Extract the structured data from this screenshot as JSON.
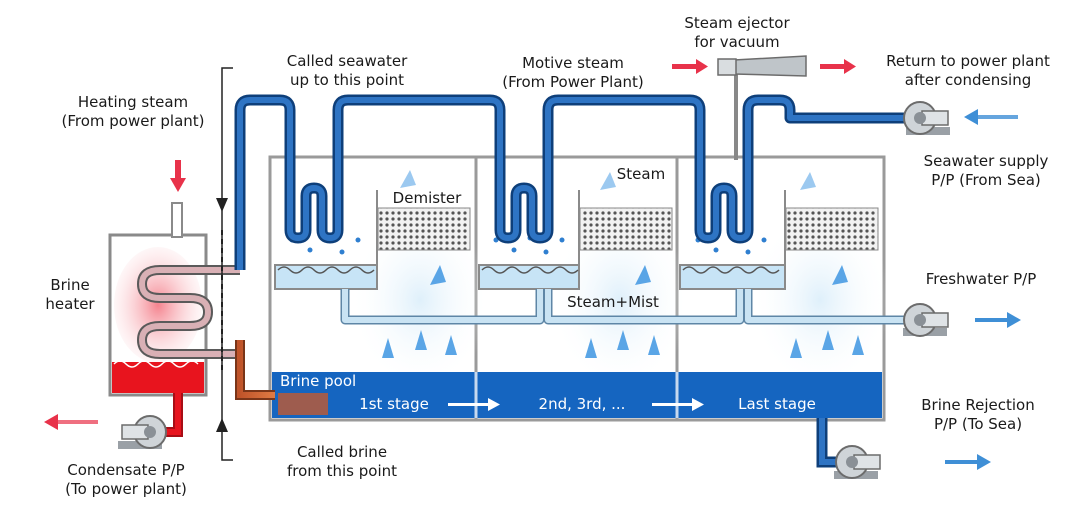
{
  "labels": {
    "heating_steam": [
      "Heating steam",
      "(From power plant)"
    ],
    "brine_heater": [
      "Brine",
      "heater"
    ],
    "condensate_pp": [
      "Condensate P/P",
      "(To power plant)"
    ],
    "called_seawater": [
      "Called seawater",
      "up to this point"
    ],
    "called_brine": [
      "Called brine",
      "from this point"
    ],
    "motive_steam": [
      "Motive steam",
      "(From Power Plant)"
    ],
    "steam_ejector": [
      "Steam ejector",
      "for vacuum"
    ],
    "return_power_plant": [
      "Return to power plant",
      "after condensing"
    ],
    "seawater_supply": [
      "Seawater supply",
      "P/P (From Sea)"
    ],
    "freshwater_pp": "Freshwater P/P",
    "brine_rejection": [
      "Brine Rejection",
      "P/P (To Sea)"
    ],
    "demister": "Demister",
    "steam": "Steam",
    "steam_mist": "Steam+Mist",
    "brine_pool": "Brine pool",
    "stage_1": "1st stage",
    "stage_mid": "2nd, 3rd, ...",
    "stage_last": "Last stage"
  },
  "colors": {
    "pipe_blue": "#1d5aa8",
    "pipe_light": "#c9e3f3",
    "brine_blue": "#1565c0",
    "heater_red": "#e8141e",
    "arrow_red": "#e8324a",
    "arrow_blue": "#3f8fd6"
  }
}
